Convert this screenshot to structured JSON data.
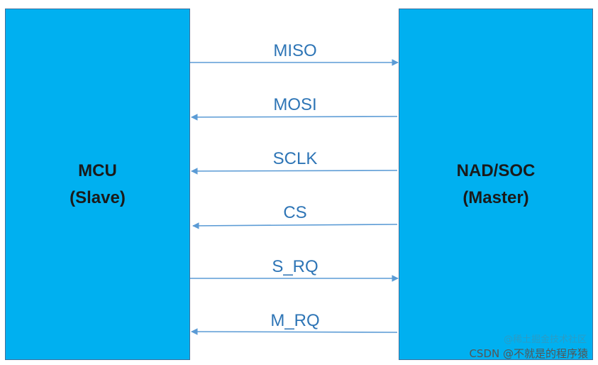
{
  "diagram": {
    "slave": {
      "title": "MCU",
      "role": "(Slave)"
    },
    "master": {
      "title": "NAD/SOC",
      "role": "(Master)"
    },
    "signals": [
      {
        "label": "MISO",
        "direction": "to-master"
      },
      {
        "label": "MOSI",
        "direction": "to-slave"
      },
      {
        "label": "SCLK",
        "direction": "to-slave"
      },
      {
        "label": "CS",
        "direction": "to-slave"
      },
      {
        "label": "S_RQ",
        "direction": "to-master"
      },
      {
        "label": "M_RQ",
        "direction": "to-slave"
      }
    ],
    "colors": {
      "block_fill": "#00B0F0",
      "block_border": "#41719C",
      "arrow": "#5B9BD5",
      "label": "#2E75B6"
    }
  },
  "watermark": {
    "text": "CSDN @不就是的程序猿",
    "ghost_text": "@稀土掘金技术社区"
  }
}
